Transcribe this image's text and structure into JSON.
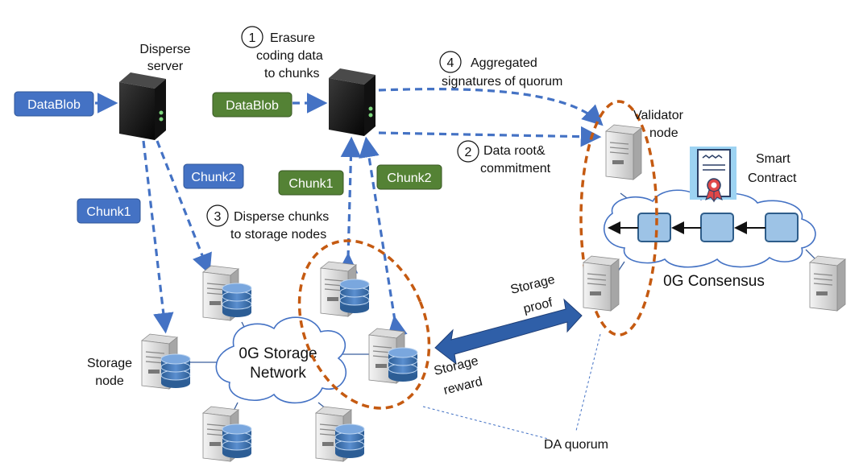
{
  "colors": {
    "blue_tag": "#4472c4",
    "green_tag": "#548235",
    "dash_arrow": "#4472c4",
    "quorum_ellipse": "#c55a11",
    "block_fill": "#9dc3e6",
    "block_stroke": "#2e5d8a",
    "double_arrow": "#2f5fa8"
  },
  "labels": {
    "disperse_server": [
      "Disperse",
      "server"
    ],
    "step1": {
      "num": "1",
      "lines": [
        "Erasure",
        "coding data",
        "to chunks"
      ]
    },
    "step2": {
      "num": "2",
      "lines": [
        "Data root&",
        "commitment"
      ]
    },
    "step3": {
      "num": "3",
      "lines": [
        "Disperse chunks",
        "to storage nodes"
      ]
    },
    "step4": {
      "num": "4",
      "lines": [
        "Aggregated",
        "signatures of quorum"
      ]
    },
    "validator_node": [
      "Validator",
      "node"
    ],
    "smart_contract": [
      "Smart",
      "Contract"
    ],
    "storage_node": [
      "Storage",
      "node"
    ],
    "storage_network": [
      "0G Storage",
      "Network"
    ],
    "consensus": "0G Consensus",
    "storage_proof": [
      "Storage",
      "proof"
    ],
    "storage_reward": [
      "Storage",
      "reward"
    ],
    "da_quorum": "DA quorum"
  },
  "tags": {
    "datablob_left": "DataBlob",
    "datablob_mid": "DataBlob",
    "chunk1_blue": "Chunk1",
    "chunk2_blue": "Chunk2",
    "chunk1_green": "Chunk1",
    "chunk2_green": "Chunk2"
  }
}
